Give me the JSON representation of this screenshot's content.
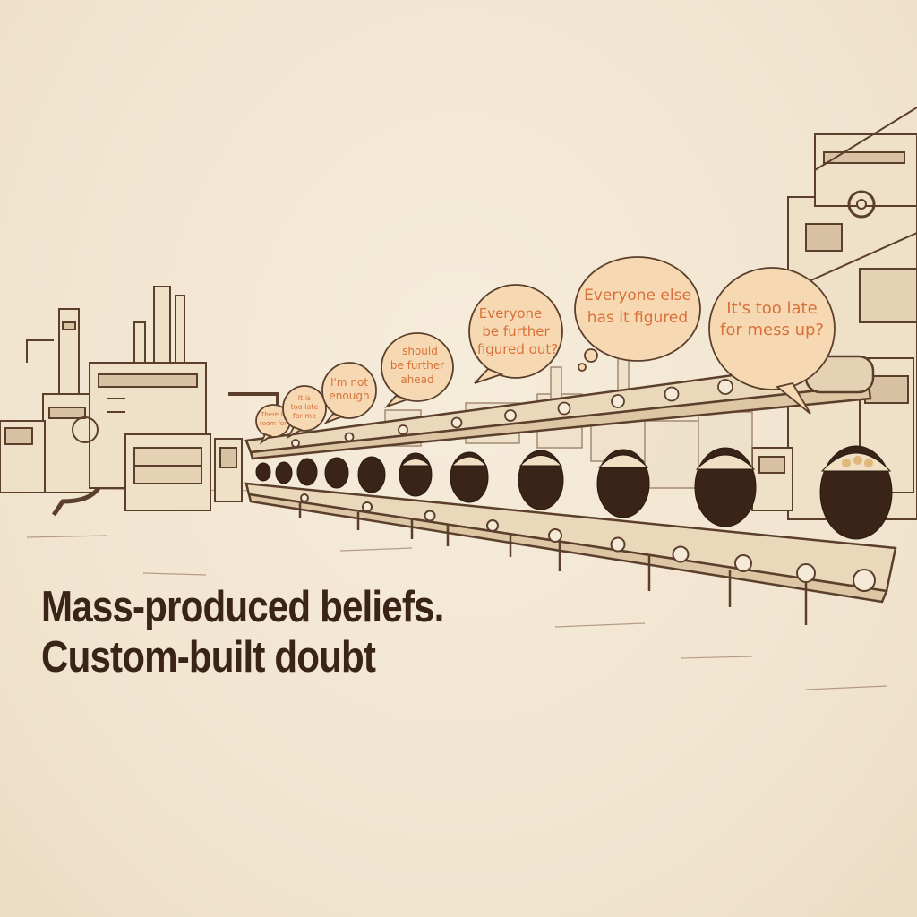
{
  "caption": {
    "line1": "Mass-produced beliefs.",
    "line2": "Custom-built doubt"
  },
  "bubbles": [
    {
      "lines": [
        "There is",
        "room for"
      ]
    },
    {
      "lines": [
        "It is",
        "too late",
        "for me"
      ]
    },
    {
      "lines": [
        "I'm not",
        "enough"
      ]
    },
    {
      "lines": [
        "should",
        "be further",
        "ahead"
      ]
    },
    {
      "lines": [
        "Everyone",
        "be further",
        "figured out?"
      ]
    },
    {
      "lines": [
        "Everyone else",
        "has it figured"
      ]
    },
    {
      "lines": [
        "It's too late",
        "for mess up?"
      ]
    }
  ],
  "colors": {
    "background": "#f3e8d5",
    "ink": "#5b3f2c",
    "head": "#3a2418",
    "bubble_fill": "#f6d9b2",
    "bubble_text": "#d9703a"
  }
}
